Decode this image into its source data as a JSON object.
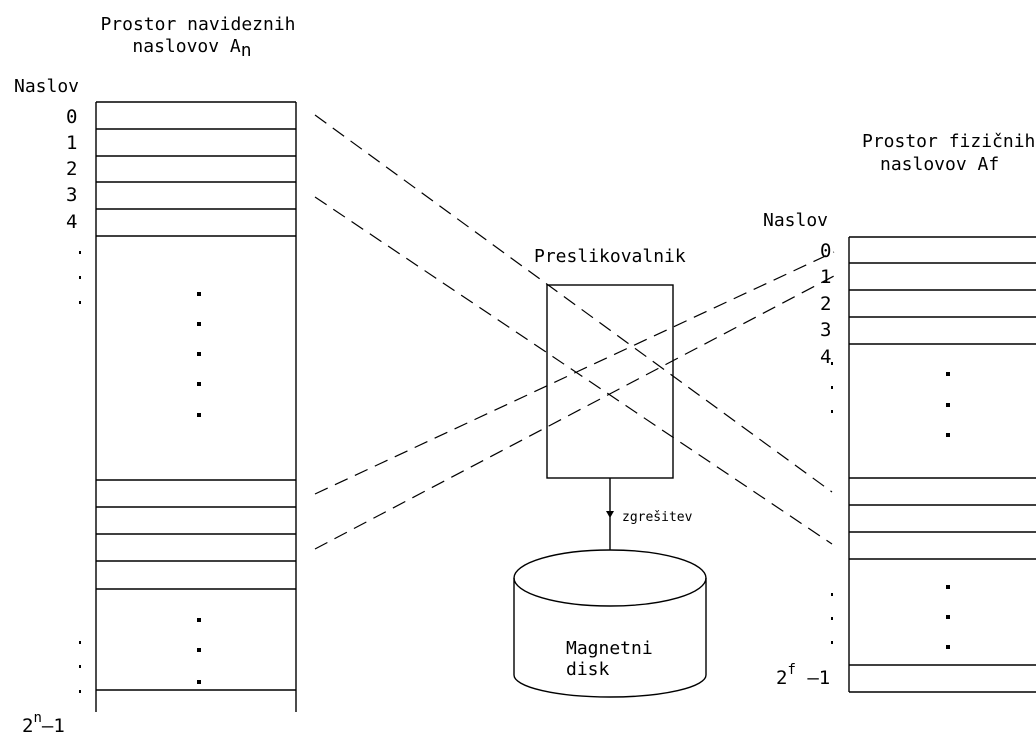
{
  "virtual_space": {
    "title_line1": "Prostor navideznih",
    "title_line2": "naslovov A",
    "title_sub": "n",
    "address_header": "Naslov",
    "addresses": [
      "0",
      "1",
      "2",
      "3",
      "4"
    ],
    "last_base": "2",
    "last_exp": "n",
    "last_suffix": "–1"
  },
  "physical_space": {
    "title_line1": "Prostor fizičnih",
    "title_line2": "naslovov Af",
    "address_header": "Naslov",
    "addresses": [
      "0",
      "1",
      "2",
      "3",
      "4"
    ],
    "last_base": "2",
    "last_exp": "f",
    "last_suffix": " –1"
  },
  "mapper": {
    "label": "Preslikovalnik",
    "miss_label": "zgrešitev"
  },
  "disk": {
    "label_line1": "Magnetni",
    "label_line2": "disk"
  }
}
